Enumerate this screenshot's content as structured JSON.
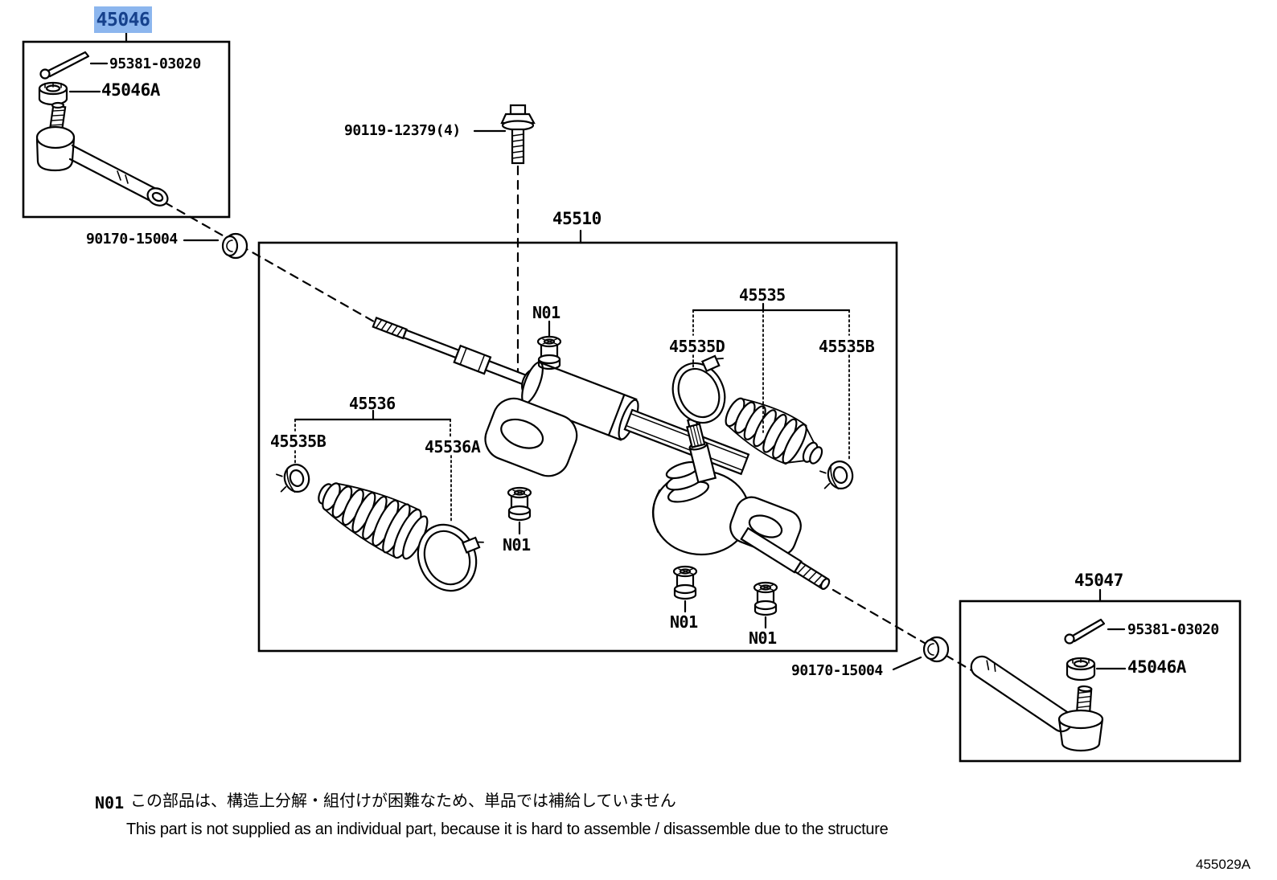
{
  "colors": {
    "background": "#ffffff",
    "line_art": "#000000",
    "highlight_background": "#8CB6EE",
    "highlight_text": "#16418C"
  },
  "callouts": {
    "selected_part": "45046",
    "cotter_pin": "95381-03020",
    "castle_nut": "45046A",
    "mount_bolt": "90119-12379(4)",
    "gear_assembly": "45510",
    "grommet": "90170-15004",
    "boot_set_rh": "45535",
    "boot_clamp_rh": "45535D",
    "boot_clip": "45535B",
    "boot_lh": "45536",
    "boot_clamp_lh": "45536A",
    "tie_rod_rh": "45047",
    "not_supplied_code": "N01"
  },
  "footnote": {
    "code": "N01",
    "japanese": "この部品は、構造上分解・組付けが困難なため、単品では補給していません",
    "english": "This part is not supplied as an individual part, because it is hard to assemble / disassemble due to the structure"
  },
  "drawing_number": "455029A",
  "icons": {
    "cotter_pin": "cotter-pin-drawing",
    "castle_nut": "castle-nut-drawing",
    "tie_rod_end": "tie-rod-end-drawing",
    "flange_bolt": "flange-bolt-drawing",
    "steering_rack": "steering-rack-drawing",
    "boot_bellows": "boot-bellows-drawing",
    "boot_clamp": "boot-clamp-drawing",
    "boot_clip": "boot-clip-drawing",
    "grommet": "grommet-drawing",
    "bushing": "bushing-drawing"
  }
}
